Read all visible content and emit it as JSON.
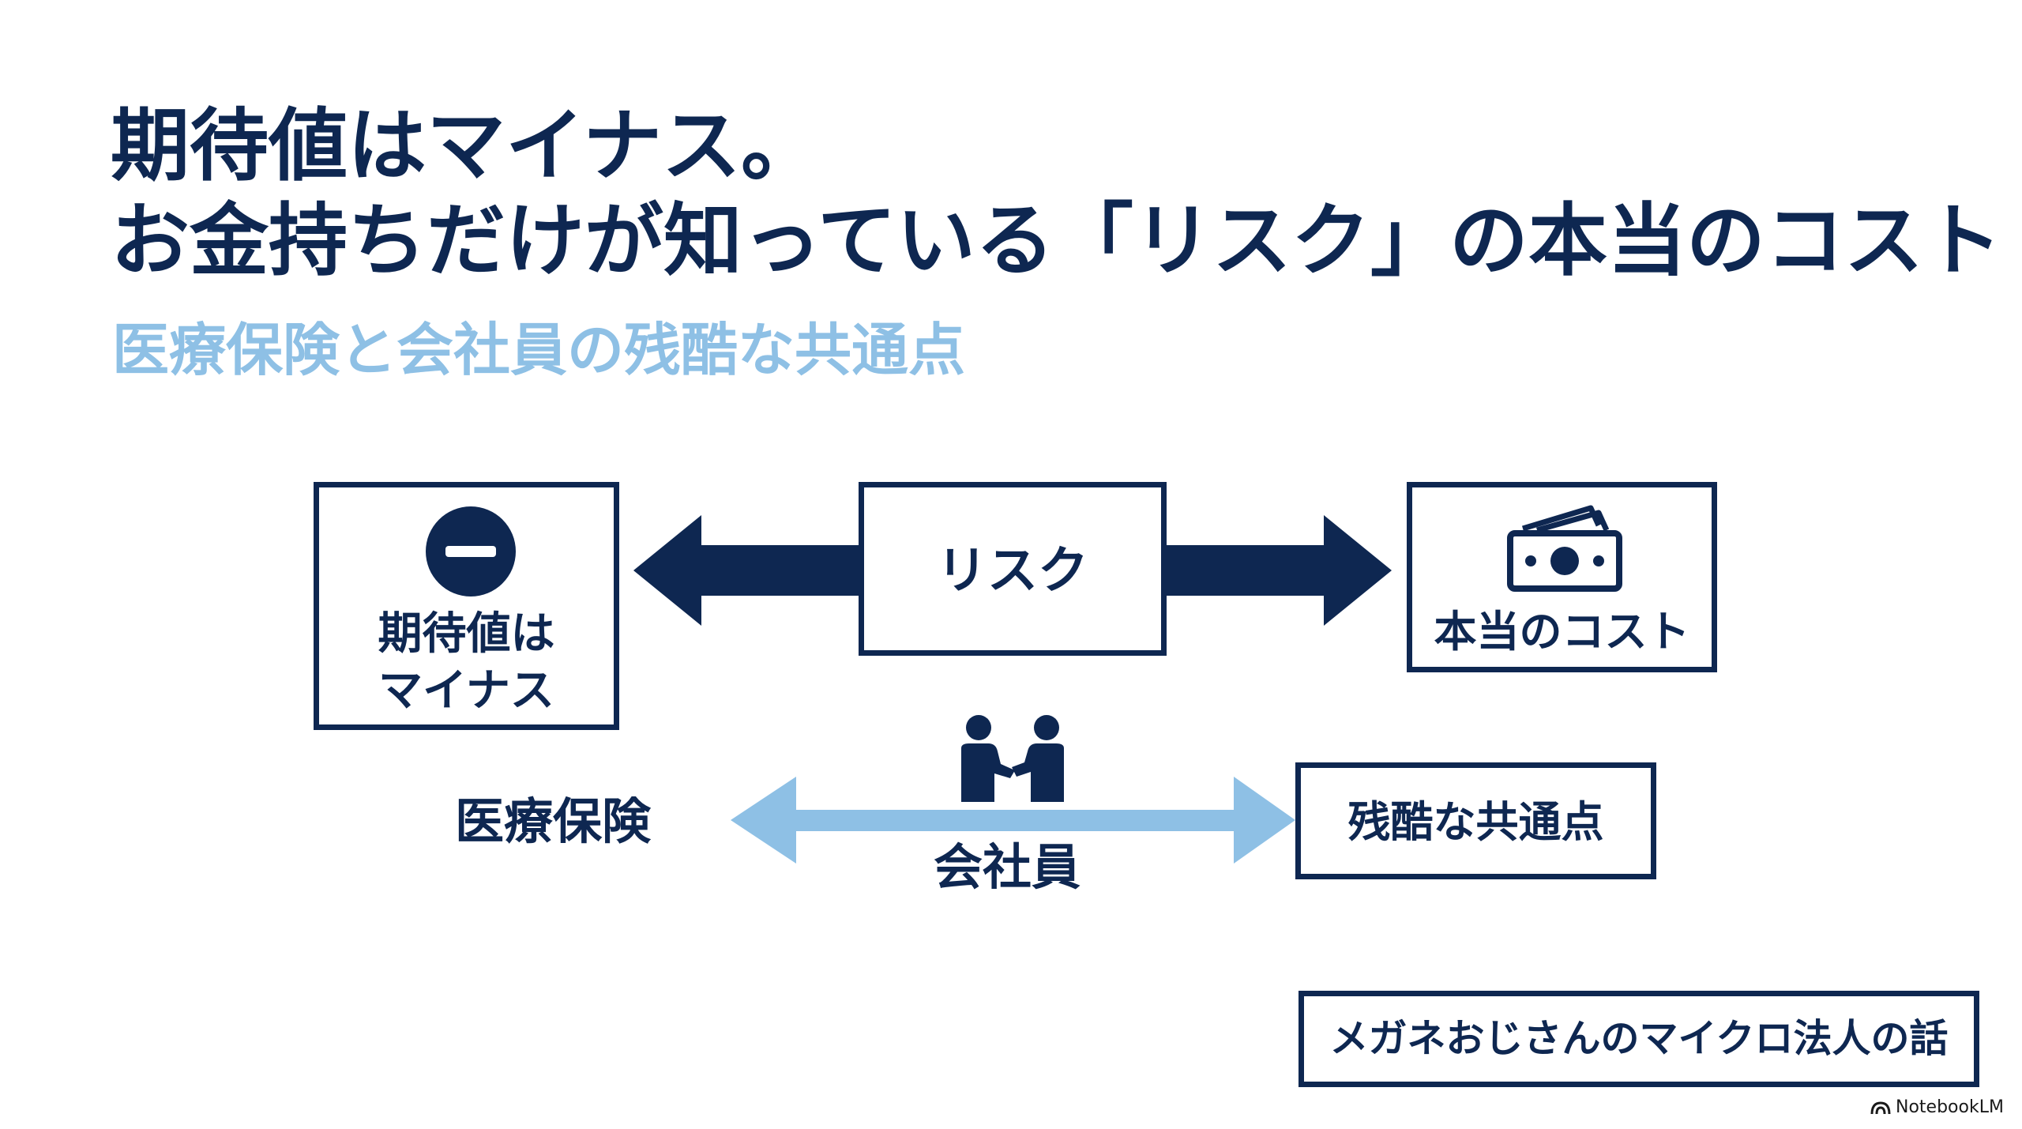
{
  "title": {
    "line1": "期待値はマイナス。",
    "line2": "お金持ちだけが知っている「リスク」の本当のコスト"
  },
  "subtitle": "医療保険と会社員の残酷な共通点",
  "diagram": {
    "left_box": {
      "line1": "期待値は",
      "line2": "マイナス",
      "icon": "minus-circle-icon"
    },
    "center_box": {
      "label": "リスク"
    },
    "right_box": {
      "label": "本当のコスト",
      "icon": "cash-icon"
    },
    "medical_label": "医療保険",
    "employee_label": "会社員",
    "handshake_icon": "handshake-icon",
    "common_box": {
      "label": "残酷な共通点"
    }
  },
  "brand_box": {
    "label": "メガネおじさんのマイクロ法人の話"
  },
  "watermark": {
    "label": "NotebookLM",
    "icon": "notebooklm-logo-icon"
  },
  "colors": {
    "navy": "#0e2751",
    "light_blue": "#8ec0e5",
    "background": "#ffffff"
  }
}
